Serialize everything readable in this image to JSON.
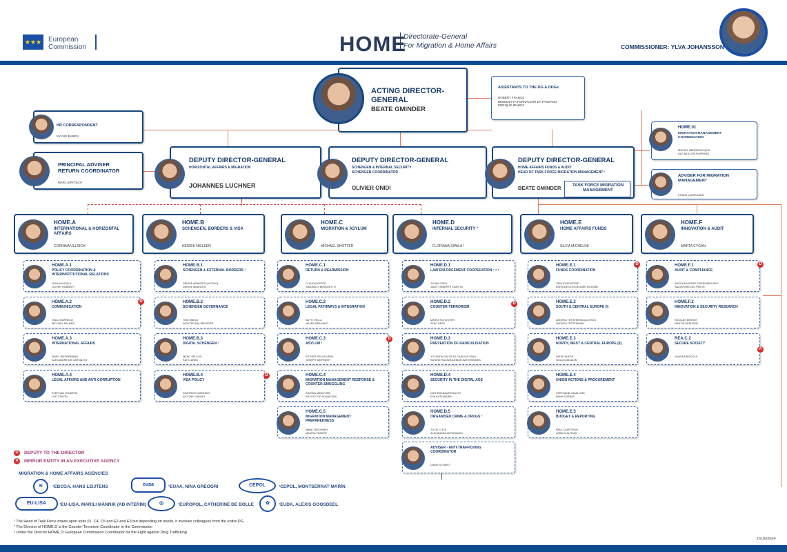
{
  "header": {
    "ec_logo_text_1": "European",
    "ec_logo_text_2": "Commission",
    "title": "HOME",
    "subtitle_1": "Directorate-General",
    "subtitle_2": "For Migration & Home Affairs",
    "commissioner": "COMMISSIONER: YLVA JOHANSSON"
  },
  "director": {
    "title_1": "ACTING DIRECTOR-",
    "title_2": "GENERAL",
    "name": "BEATE GMINDER"
  },
  "assistants": {
    "title": "ASSISTANTS TO THE DG & DDGs",
    "names": [
      "ROBERT FRANCE",
      "BENEDETTA FORNACIARI DA PASSANO",
      "ENRIQUE IBANEZ"
    ]
  },
  "hr": {
    "title": "HR CORRESPONDENT",
    "name": "SYLVIE BARES"
  },
  "principal": {
    "title_1": "PRINCIPAL ADVISER",
    "title_2": "RETURN COORDINATOR",
    "name": "MARI JURITSCH"
  },
  "ddg1": {
    "title": "DEPUTY DIRECTOR-GENERAL",
    "sub": "HORIZONTAL AFFAIRS & MIGRATION",
    "name": "JOHANNES LUCHNER"
  },
  "ddg2": {
    "title": "DEPUTY DIRECTOR-GENERAL",
    "sub_1": "SCHENGEN & INTERNAL SECURITY",
    "sub_2": "SCHENGEN COORDINATOR",
    "name": "OLIVIER ONIDI"
  },
  "ddg3": {
    "title": "DEPUTY DIRECTOR-GENERAL",
    "sub_1": "HOME AFFAIRS FUNDS & AUDIT",
    "sub_2": "HEAD OF TASK FORCE MIGRATION MANAGEMENT ¹",
    "name": "BEATE GMINDER",
    "tf_1": "TASK FORCE MIGRATION",
    "tf_2": "MANAGEMENT"
  },
  "home01": {
    "code": "HOME.01",
    "title_1": "MIGRATION MANAGEMENT",
    "title_2": "COORDINATION",
    "names": [
      "MICHEL BERGEZECQUE",
      "ALE MULLER-RAPPARD"
    ]
  },
  "adviser_mig": {
    "title_1": "ADVISER FOR MIGRATION",
    "title_2": "MANAGEMENT",
    "name": "FRANZ LAMPLMAIR"
  },
  "directorates": [
    {
      "code": "HOME.A",
      "title_1": "INTERNATIONAL & HORIZONTAL",
      "title_2": "AFFAIRS",
      "name": "CORINNA ULLRICH"
    },
    {
      "code": "HOME.B",
      "title_1": "SCHENGEN, BORDERS & VISA",
      "title_2": "",
      "name": "HENRIK NIELSEN"
    },
    {
      "code": "HOME.C",
      "title_1": "MIGRATION & ASYLUM",
      "title_2": "",
      "name": "MICHAEL SHOTTER"
    },
    {
      "code": "HOME.D",
      "title_1": "INTERNAL SECURITY ²",
      "title_2": "",
      "name": "FLORIANA SIPALA ²"
    },
    {
      "code": "HOME.E",
      "title_1": "HOME AFFAIRS FUNDS",
      "title_2": "",
      "name": "SILVIA MICHELINI"
    },
    {
      "code": "HOME.F",
      "title_1": "INNOVATION & AUDIT",
      "title_2": "",
      "name": "MARTA CYGAN"
    }
  ],
  "unitsA": [
    {
      "code": "HOME.A.1",
      "t1": "POLICY COORDINATION &",
      "t2": "INTERINSTITUTIONAL RELATIONS",
      "n1": "JUHA HUHTALA",
      "n2": "OLIVER HOBBERT"
    },
    {
      "code": "HOME.A.2",
      "t1": "COMMUNICATION",
      "t2": "",
      "n1": "TINA ZOURNATZI",
      "n2": "MICHAEL PALMER"
    },
    {
      "code": "HOME.A.3",
      "t1": "INTERNATIONAL AFFAIRS",
      "t2": "",
      "n1": "PAVEL BIEDERMANN",
      "n2": "ALEXANDRE DE CARVALHO"
    },
    {
      "code": "HOME.A.4",
      "t1": "LEGAL AFFAIRS AND ANTI-CORRUPTION",
      "t2": "",
      "n1": "STEPHAN FUNDERA",
      "n2": "UTE STIEGEL"
    }
  ],
  "unitsB": [
    {
      "code": "HOME.B.1",
      "t1": "SCHENGEN & EXTERNAL BORDERS ³",
      "t2": "",
      "n1": "DENISE AMANTES (ACTING)",
      "n2": "DENISE AMANTES"
    },
    {
      "code": "HOME.B.2",
      "t1": "SCHENGEN GOVERNANCE",
      "t2": "",
      "n1": "TOM SMELS",
      "n2": "WOUTER RALSBORGER"
    },
    {
      "code": "HOME.B.3",
      "t1": "DIGITAL SCHENGEN ³",
      "t2": "",
      "n1": "MARC SELLON",
      "n2": "KAI KLANKE"
    },
    {
      "code": "HOME.B.4",
      "t1": "VISA POLICY",
      "t2": "",
      "n1": "DIMITRIOS GIATZIDIS",
      "n2": "ANTONIO SAMATI"
    }
  ],
  "unitsC": [
    {
      "code": "HOME.C.1",
      "t1": "RETURN & READMISSION",
      "t2": "",
      "n1": "CLAUDIA PESTA",
      "n2": "SIMONA DI BENEDETTO"
    },
    {
      "code": "HOME.C.2",
      "t1": "LEGAL PATHWAYS & INTEGRATION",
      "t2": "",
      "n1": "ANTTI VELLA",
      "n2": "JAVIER BRAGADO"
    },
    {
      "code": "HOME.C.3",
      "t1": "ASYLUM ³",
      "t2": "",
      "n1": "ESTHER PELOS VERA",
      "n2": "JOSEPH WEIRNERT"
    },
    {
      "code": "HOME.C.4",
      "t1": "MIGRATION MANAGEMENT RESPONSE &",
      "t2": "COUNTER-SMUGGLING",
      "n1": "SIMONA MEDOVIND",
      "n2": "KRZYSZTOF NOWACZEK"
    },
    {
      "code": "HOME.C.5",
      "t1": "MIGRATION MANAGEMENT",
      "t2": "PREPAREDNESS",
      "n1": "Martin TASCHNER",
      "n2": "MAKIRA TRAKER"
    }
  ],
  "unitsD": [
    {
      "code": "HOME.D.1",
      "t1": "LAW ENFORCEMENT COOPERATION ³ ⁴ ⁵",
      "t2": "",
      "n1": "JULIAN SIEGL",
      "n2": "JAQN VIRBERTR KIMSTIN"
    },
    {
      "code": "HOME.D.2",
      "t1": "COUNTER-TERRORISM",
      "t2": "",
      "n1": "MARTA SCHUSTER",
      "n2": "ZEAC BESS"
    },
    {
      "code": "HOME.D.3",
      "t1": "PREVENTION OF RADICALISATION",
      "t2": "",
      "n1": "YOLANDA GALLEGO-CASILDA GRAU",
      "n2": "KATARZYNA ZWOLENIAR-WIETESKARIA"
    },
    {
      "code": "HOME.D.4",
      "t1": "SECURITY IN THE DIGITAL AGE",
      "t2": "",
      "n1": "CATHRIN BAUER-BULST",
      "n2": "EVA KATZANDRA"
    },
    {
      "code": "HOME.D.5",
      "t1": "ORGANISED CRIME & DRUGS ³",
      "t2": "",
      "n1": "JO DE COCK",
      "n2": "ALEXANDRA ANTONIADIS"
    },
    {
      "code": "",
      "t1": "ADVISER - ANTI-TRAFFICKING",
      "t2": "COORDINATOR",
      "n1": "DIANE SCHMITT",
      "n2": ""
    }
  ],
  "unitsE": [
    {
      "code": "HOME.E.1",
      "t1": "FUNDS COORDINATION",
      "t2": "",
      "n1": "TINA SYDENSTRIP",
      "n2": "ENRIQUE ELROJE MARTIN-SEMB"
    },
    {
      "code": "HOME.E.2",
      "t1": "SOUTH & CENTRAL EUROPE (I)",
      "t2": "",
      "n1": "ANDREA TESTEMONA (ACTING)",
      "n2": "ANDREA TESTEMONA"
    },
    {
      "code": "HOME.E.3",
      "t1": "NORTH, WEST & CENTRAL EUROPE (II)",
      "t2": "",
      "n1": "INESE AUKSE",
      "n2": "GULIA CIMALDIM"
    },
    {
      "code": "HOME.E.4",
      "t1": "UNION ACTIONS & PROCUREMENT",
      "t2": "",
      "n1": "STEPHANE CAMILLERI",
      "n2": "ANNA SORIDIS"
    },
    {
      "code": "HOME.E.5",
      "t1": "BUDGET & REPORTING",
      "t2": "",
      "n1": "PAUL CAPETIENS",
      "n2": "LASZLO ALFRAS"
    }
  ],
  "unitsF": [
    {
      "code": "HOME.F.1",
      "t1": "AUDIT & COMPLIANCE",
      "t2": "",
      "n1": "ANGELIKA KRISE TSIKRIMBOUSKA",
      "n2": "SALVATORE DEL PRETE"
    },
    {
      "code": "HOME.F.2",
      "t1": "INNOVATION & SECURITY RESEARCH",
      "t2": "",
      "n1": "NICOLAS BESSOT",
      "n2": "MARTIN DEBUSER"
    },
    {
      "code": "REA.C.2",
      "t1": "SECURE SOCIETY",
      "t2": "",
      "n1": "VALERIA BISCOLA",
      "n2": ""
    }
  ],
  "legend": {
    "deputy": "DEPUTY TO THE DIRECTOR",
    "mirror": "MIRROR ENTITY IN AN EXECUTIVE AGENCY",
    "agencies": "MIGRATION & HOME AFFAIRS AGENCIES",
    "d": "D",
    "a": "A"
  },
  "agencies": {
    "ebcga": "¹EBCGA, HANS LEIJTENS",
    "euaa": "¹EUAA, NINA GREGORI",
    "cepol": "¹CEPOL, MONTSERRAT MARÍN",
    "eulisa": "¹EU-LISA, MARILI MÄNNIK (AD INTERIM)",
    "europol": "¹EUROPOL, CATHERINE DE BOLLE",
    "euda": "¹EUDA, ALEXIS GOOSDEEL",
    "euaa_logo": "euaa",
    "cepol_logo": "CEPOL",
    "eulisa_logo": "EU-LISA"
  },
  "footnotes": [
    "¹ The Head of Task Force draws upon units 01, C4, C5 and E2 and E3 but depending on needs, it involves colleagues from the entire DG",
    "² The Director of HOME.D is the Counter-Terrorism Coordinator in the Commission",
    "³ Under the Director HOME.D: European Commission Coordinator for the Fight against Drug Trafficking"
  ],
  "date": "16/10/2024",
  "colors": {
    "brand": "#0d4a8e",
    "connector": "#e67a5f",
    "badge": "#d62c2c"
  }
}
